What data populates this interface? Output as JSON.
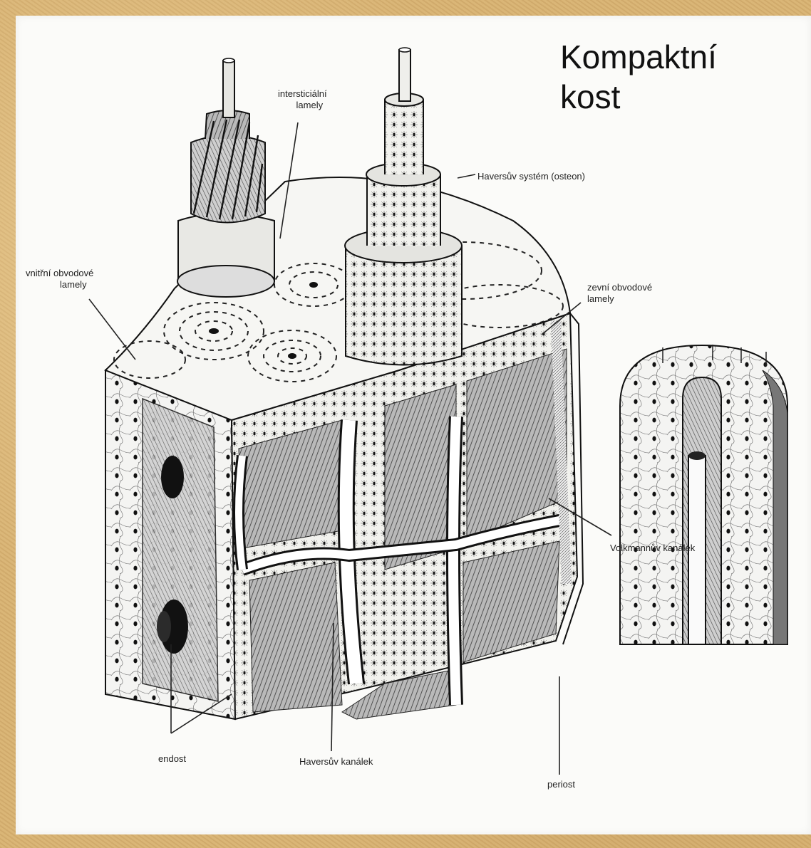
{
  "title": {
    "line1": "Kompaktní",
    "line2": "kost"
  },
  "labels": {
    "interstitial_1": "intersticiální",
    "interstitial_2": "lamely",
    "haversian_system": "Haversův systém  (osteon)",
    "inner_circ_1": "vnitřní obvodové",
    "inner_circ_2": "lamely",
    "outer_circ_1": "zevní obvodové",
    "outer_circ_2": "lamely",
    "volkmann": "Volkmannův kanálek",
    "endost": "endost",
    "haversian_canal": "Haversův kanálek",
    "periost": "periost"
  },
  "colors": {
    "frame": "#d8b272",
    "paper": "#fbfbf9",
    "ink": "#1a1a1a"
  }
}
